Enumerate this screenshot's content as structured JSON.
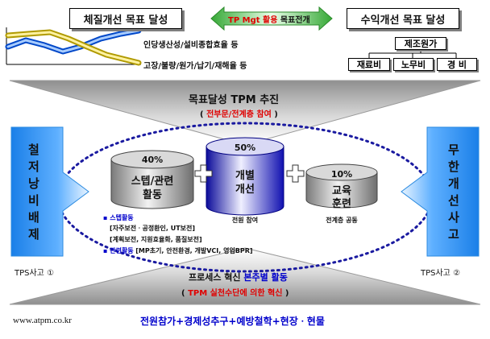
{
  "header": {
    "left_box": "체질개선 목표 달성",
    "center_arrow": {
      "red_part": "TP Mgt 활용",
      "black_part": " 목표전개"
    },
    "right_box": "수익개선 목표 달성"
  },
  "left_indicators": [
    "인당생산성/설비종합효율 등",
    "고장/불량/원가/납기/재해율 등"
  ],
  "cost_tree": {
    "root": "제조원가",
    "children": [
      "재료비",
      "노무비",
      "경 비"
    ]
  },
  "top_funnel": {
    "title": "목표달성  TPM 추진",
    "subtitle": {
      "open": "( ",
      "red": "전부문/전계층 참여",
      "close": " )"
    }
  },
  "left_arrow": {
    "chars": [
      "철",
      "저",
      "낭",
      "비",
      "배",
      "제"
    ],
    "caption": "TPS사고 ①"
  },
  "right_arrow": {
    "chars": [
      "무",
      "한",
      "개",
      "선",
      "사",
      "고"
    ],
    "caption": "TPS사고 ②"
  },
  "cylinders": [
    {
      "percent": "40%",
      "lines": [
        "스텝/관련",
        "활동"
      ],
      "caption": ""
    },
    {
      "percent": "50%",
      "lines": [
        "개별",
        "개선"
      ],
      "caption": "전원 참여"
    },
    {
      "percent": "10%",
      "lines": [
        "교육",
        "훈련"
      ],
      "caption": "전계층 공동"
    }
  ],
  "activities": {
    "step_label": "스텝활동",
    "step_items": [
      "[자주보전ㆍ공정환인,  UT보전]",
      "[계획보전, 지원효율화, 품질보전]"
    ],
    "related_label": "관련활동",
    "related_items": "[MP초기, 안전환경, 개발VCI, 영업BPR]"
  },
  "bottom_funnel": {
    "title_black": "프로세스 혁신 ",
    "title_blue": "본주별 활동",
    "subtitle": {
      "open": "( ",
      "red": "TPM 실천수단에 의한 혁신",
      "close": " )"
    }
  },
  "footer": {
    "url": "www.atpm.co.kr",
    "slogan": "전원참가+경제성추구+예방철학+현장ㆍ현물"
  },
  "colors": {
    "arrow_blue": "#3399ff",
    "cylinder_grey": "#a6a6a6",
    "cylinder_blue": "#1b1bd0",
    "funnel_grey": "#b3b3b3",
    "accent_red": "#e00000",
    "accent_blue": "#0000cc"
  }
}
